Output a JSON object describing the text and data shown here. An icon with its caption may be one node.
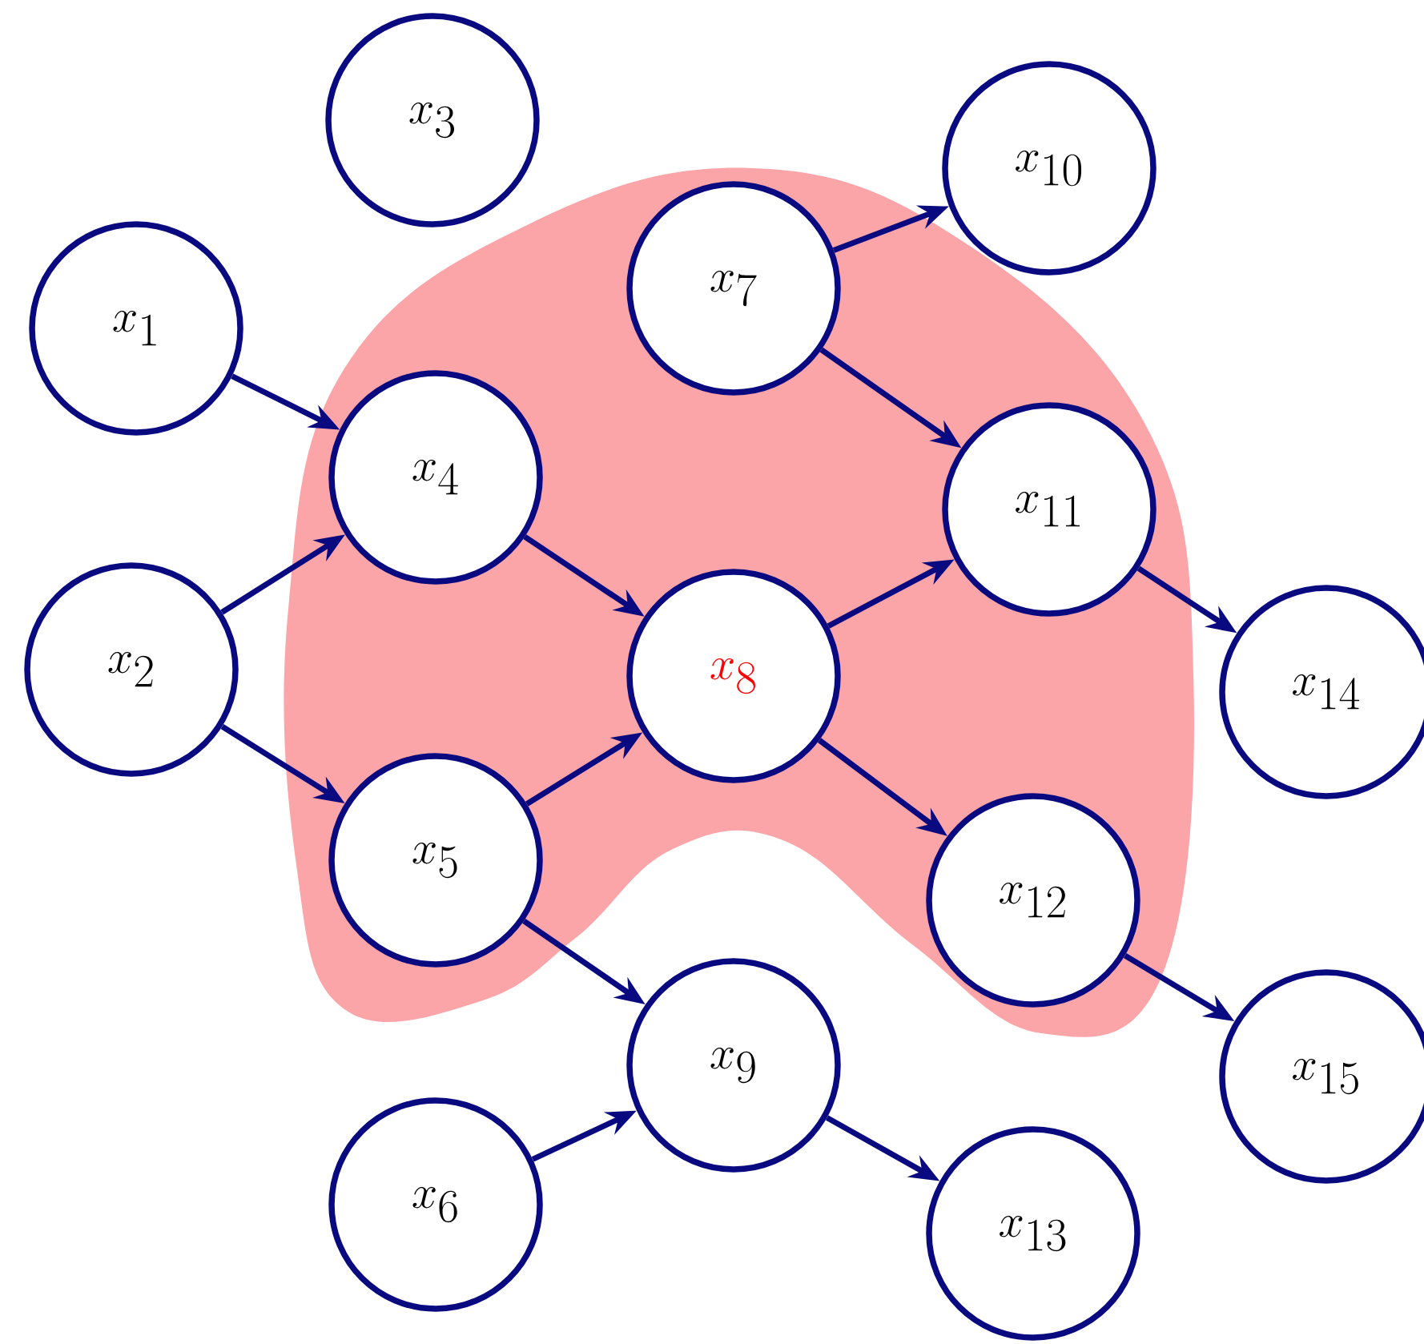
{
  "diagram": {
    "nodes": [
      {
        "text": [
          "x_{1}"
        ]
      },
      {
        "text": [
          "x_{2}"
        ]
      },
      {
        "text": [
          "x_{3}"
        ]
      },
      {
        "text": [
          "x_{4}"
        ]
      },
      {
        "text": [
          "x_{5}"
        ]
      },
      {
        "text": [
          "x_{6}"
        ]
      },
      {
        "text": [
          "x_{7}"
        ]
      },
      {
        "text": [
          "x_{8}"
        ]
      },
      {
        "text": [
          "x_{9}"
        ]
      },
      {
        "text": [
          "x_{10}"
        ]
      },
      {
        "text": [
          "x_{11}"
        ]
      },
      {
        "text": [
          "x_{12}"
        ]
      },
      {
        "text": [
          "x_{13}"
        ]
      },
      {
        "text": [
          "x_{14}"
        ]
      },
      {
        "text": [
          "x_{15}"
        ]
      }
    ],
    "edges": [
      {
        "from": 0,
        "to": 3,
        "arrow": "to"
      },
      {
        "from": 1,
        "to": 3,
        "arrow": "to"
      },
      {
        "from": 1,
        "to": 4,
        "arrow": "to"
      },
      {
        "from": 3,
        "to": 7,
        "arrow": "to"
      },
      {
        "from": 4,
        "to": 7,
        "arrow": "to"
      },
      {
        "from": 4,
        "to": 8,
        "arrow": "to"
      },
      {
        "from": 5,
        "to": 8,
        "arrow": "to"
      },
      {
        "from": 6,
        "to": 9,
        "arrow": "to"
      },
      {
        "from": 6,
        "to": 10,
        "arrow": "to"
      },
      {
        "from": 7,
        "to": 10,
        "arrow": "to"
      },
      {
        "from": 7,
        "to": 11,
        "arrow": "to"
      },
      {
        "from": 8,
        "to": 12,
        "arrow": "to"
      },
      {
        "from": 10,
        "to": 13,
        "arrow": "to"
      },
      {
        "from": 11,
        "to": 14,
        "arrow": "to"
      }
    ]
  }
}
